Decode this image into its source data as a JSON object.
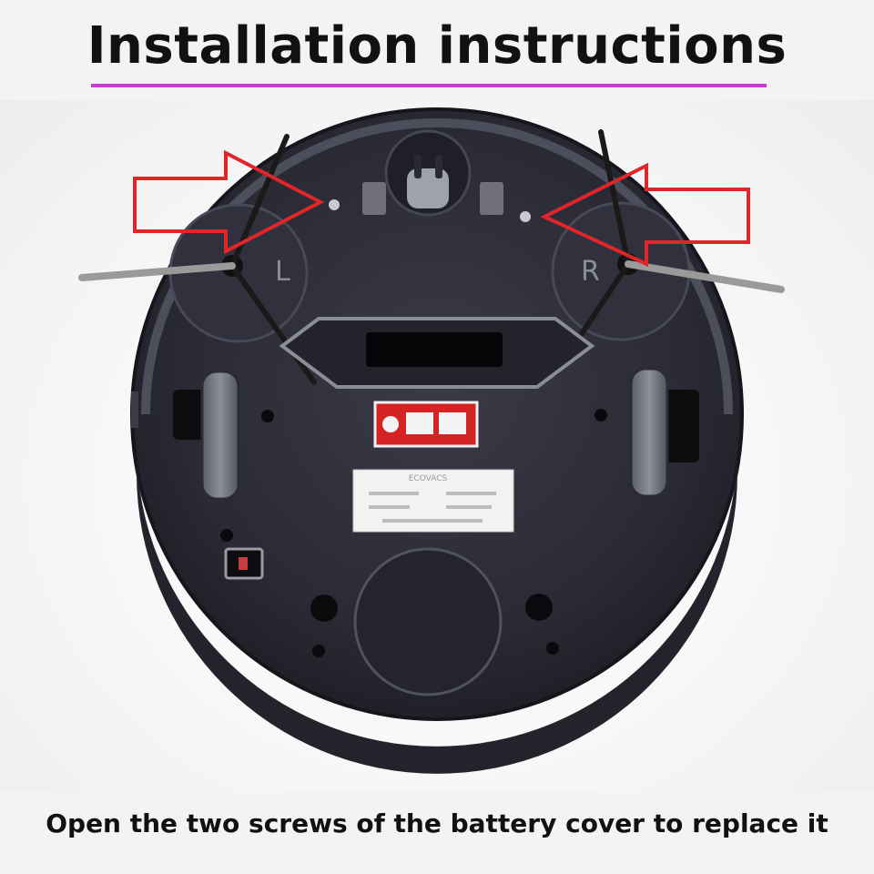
{
  "header": {
    "title": "Installation instructions"
  },
  "robot": {
    "left_wheel_label": "L",
    "right_wheel_label": "R",
    "brand_label": "ECOVACS"
  },
  "caption": {
    "text": "Open the two screws of the battery cover to replace it"
  },
  "colors": {
    "underline": "#c93bd0",
    "arrow": "#e0262a",
    "robot_body": "#2a2a34"
  }
}
